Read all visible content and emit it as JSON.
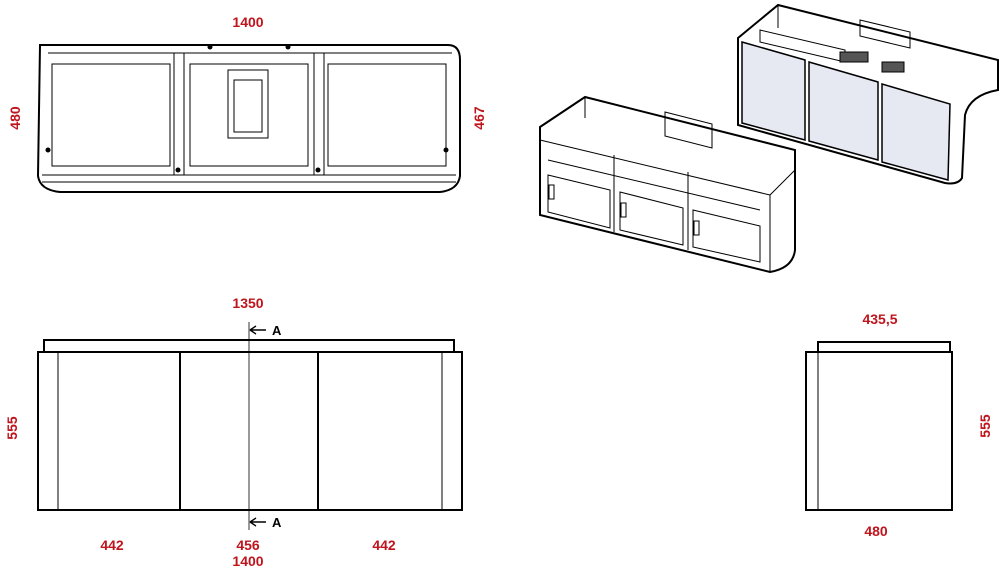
{
  "top_view": {
    "width_label": "1400",
    "depth_left_label": "480",
    "depth_right_label": "467"
  },
  "front_view": {
    "top_width_label": "1350",
    "height_label": "555",
    "section_top_label": "A",
    "section_bottom_label": "A",
    "left_door_label": "442",
    "middle_door_label": "456",
    "right_door_label": "442",
    "total_width_label": "1400"
  },
  "side_view": {
    "top_depth_label": "435,5",
    "bottom_depth_label": "480",
    "height_label": "555"
  },
  "colors": {
    "dimension_text": "#c0141c",
    "line": "#000000",
    "door_fill": "#e6e8f2"
  }
}
